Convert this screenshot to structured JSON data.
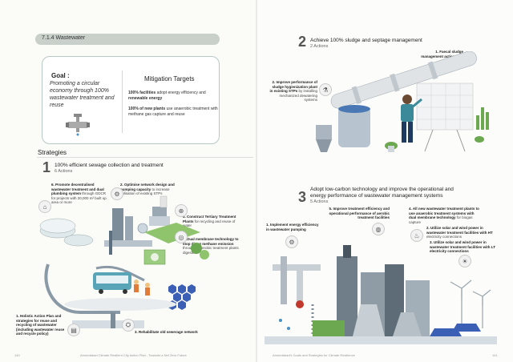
{
  "section": {
    "label": "7.1.4 Wastewater"
  },
  "goal": {
    "title": "Goal :",
    "text": "Promoting a circular economy through 100% wastewater treatment and reuse"
  },
  "mitigation": {
    "title": "Mitigation Targets",
    "target1_bold": "100% facilities",
    "target1_rest": " adopt energy efficiency and ",
    "target1_bold2": "renewable energy",
    "target2_bold": "100% of new plants",
    "target2_rest": " use anaerobic treatment with methane gas capture and reuse"
  },
  "strategies_title": "Strategies",
  "strategy1": {
    "number": "1",
    "title": "100% efficient sewage collection and treatment",
    "actions": "6 Actions",
    "items": [
      {
        "bold": "6. Promote decentralised wastewater treatment and dual plumbing system",
        "rest": " through GDCR for projects with 20,000 m² built up area or more"
      },
      {
        "bold": "2. Optimise network design and pumping capacity",
        "rest": " to increase utilisation of existing STPs"
      },
      {
        "bold": "5. Construct Tertiary Treatment Plants",
        "rest": " for recycling and reuse of water"
      },
      {
        "bold": "4. Dual membrane technology to stop direct methane emission",
        "rest": " through anaerobic treatment plants digesters"
      },
      {
        "bold": "1. Holistic Action Plan and strategies for reuse and recycling of wastewater (including wastewater reuse and recycle policy)",
        "rest": ""
      },
      {
        "bold": "3. Rehabilitate old sewerage network",
        "rest": ""
      }
    ]
  },
  "strategy2": {
    "number": "2",
    "title": "Achieve 100% sludge and septage management",
    "actions": "2 Actions",
    "items": [
      {
        "bold": "1. Faecal sludge management action plan",
        "rest": ""
      },
      {
        "bold": "2. Improve performance of sludge hygienization plant in existing STPs",
        "rest": " by installing mechanized dewatering systems"
      }
    ]
  },
  "strategy3": {
    "number": "3",
    "title": "Adopt low-carbon technology and improve the operational and energy performance of wastewater management systems",
    "actions": "5 Actions",
    "items": [
      {
        "bold": "1. Implement energy efficiency in wastewater pumping",
        "rest": ""
      },
      {
        "bold": "5. Improve treatment efficiency and operational performance of aerobic treatment facilities",
        "rest": ""
      },
      {
        "bold": "4. All new wastewater treatment plants to use anaerobic treatment systems with dual membrane technology",
        "rest": " for biogas capture"
      },
      {
        "bold": "2. Utilize solar and wind power in wastewater treatment facilities with HT",
        "rest": " electricity connections"
      },
      {
        "bold": "3. Utilize solar and wind power in wastewater treatment facilities with LT electricity connections",
        "rest": ""
      }
    ]
  },
  "footer": {
    "left_page": "140",
    "left_text": "Ahmedabad Climate Resilient City Action Plan - Towards a Net Zero Future",
    "right_text": "Ahmedabad's Goals and Strategies for Climate Resilience",
    "right_page": "141"
  },
  "colors": {
    "accent": "#3a8a9a",
    "hex_blue": "#3a5fb5",
    "bar": "#c9cfc9"
  }
}
